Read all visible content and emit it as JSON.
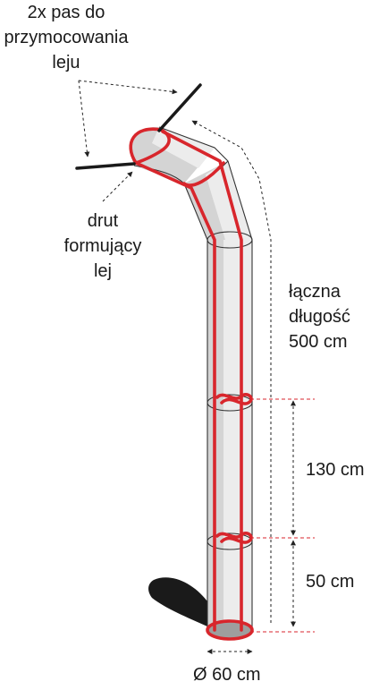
{
  "labels": {
    "straps": [
      "2x pas do",
      "przymocowania",
      "leju"
    ],
    "wire": [
      "drut",
      "formujący",
      "lej"
    ],
    "total_length": [
      "łączna",
      "długość",
      "500 cm"
    ],
    "segment_upper": "130 cm",
    "segment_lower": "50 cm",
    "diameter": "Ø 60 cm"
  },
  "colors": {
    "wire_red": "#d8262c",
    "tube_grey": "#d4d4d4",
    "shadow": "#1a1a1a"
  }
}
